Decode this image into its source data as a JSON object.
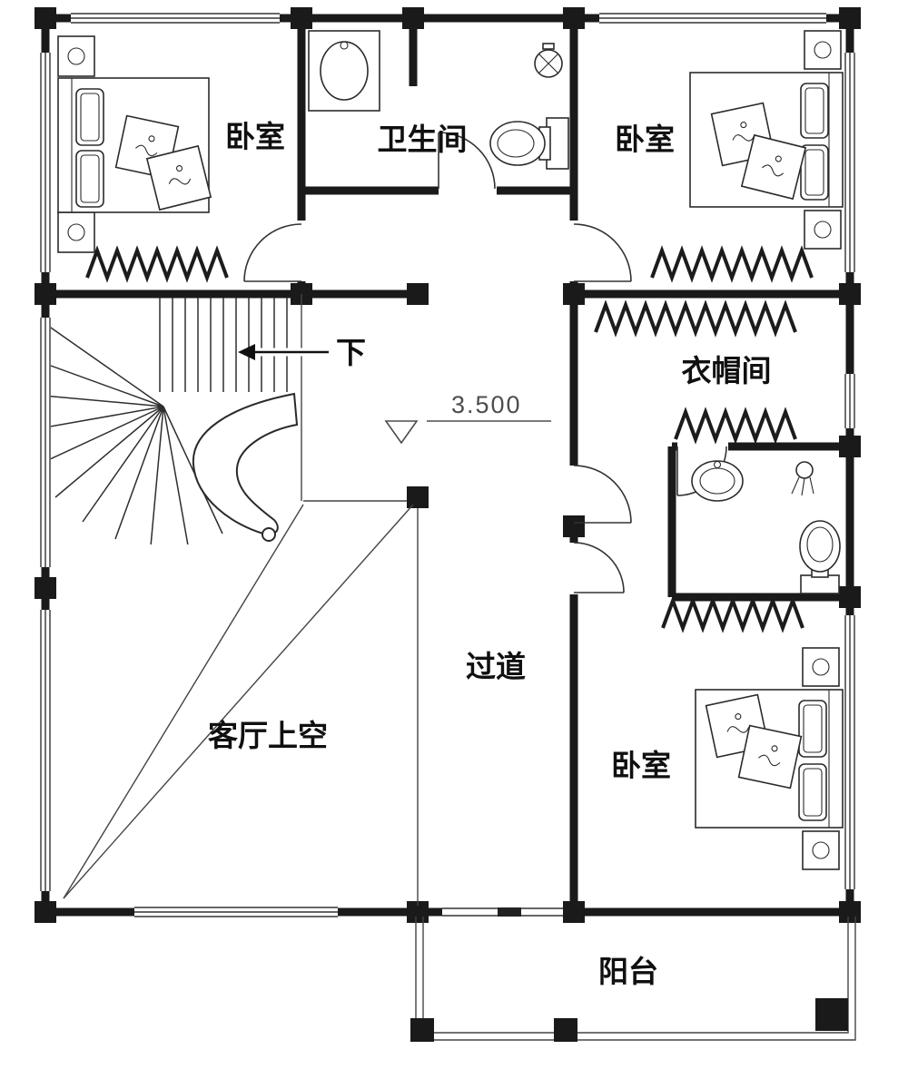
{
  "rooms": {
    "bedroom_top_left": "卧室",
    "bathroom_top": "卫生间",
    "bedroom_top_right": "卧室",
    "cloakroom": "衣帽间",
    "corridor": "过道",
    "living_void": "客厅上空",
    "bedroom_bottom": "卧室",
    "balcony": "阳台"
  },
  "annotations": {
    "stair_direction": "下",
    "elevation_level": "3.500"
  },
  "colors": {
    "wall": "#1a1a1a",
    "line": "#444444",
    "background": "#ffffff"
  }
}
